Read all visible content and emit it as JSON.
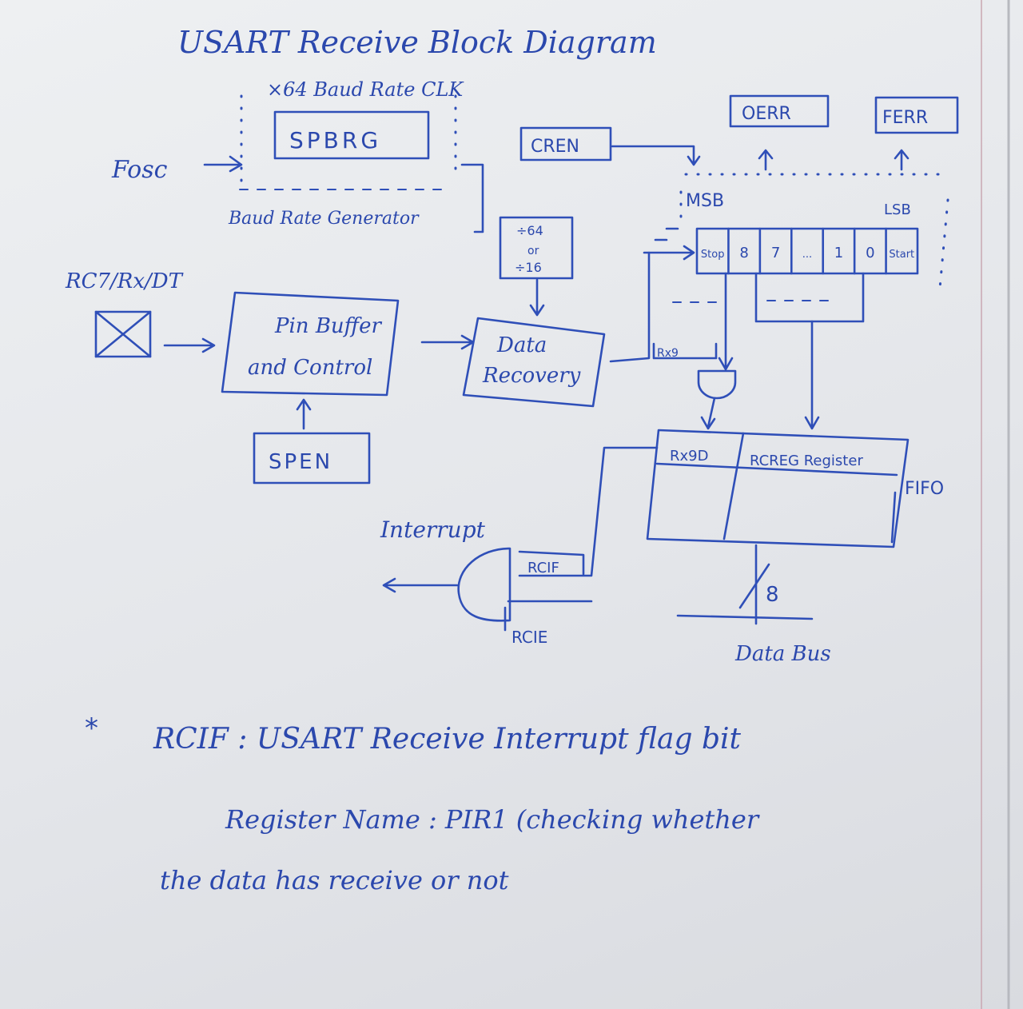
{
  "title": "USART Receive Block Diagram",
  "clock_note": "×64 Baud Rate CLK",
  "blocks": {
    "spbrg": "SPBRG",
    "fosc": "Fosc",
    "baud_rate_generator": "Baud Rate Generator",
    "cren": "CREN",
    "oerr": "OERR",
    "ferr": "FERR",
    "pin": "RC7/Rx/DT",
    "pin_buffer_line1": "Pin Buffer",
    "pin_buffer_line2": "and Control",
    "divider_line1": "÷64",
    "divider_line2": "or",
    "divider_line3": "÷16",
    "data_recovery_line1": "Data",
    "data_recovery_line2": "Recovery",
    "spen": "SPEN",
    "msb": "MSB",
    "lsb": "LSB",
    "rx9": "Rx9",
    "interrupt": "Interrupt",
    "rcif": "RCIF",
    "rcie": "RCIE",
    "rx9d": "Rx9D",
    "rcreg": "RCREG Register",
    "fifo": "FIFO",
    "bus_width": "8",
    "data_bus": "Data Bus"
  },
  "shift_register": [
    "Stop",
    "8",
    "7",
    "...",
    "1",
    "0",
    "Start"
  ],
  "notes": {
    "bullet": "*",
    "line1": "RCIF : USART Receive Interrupt flag bit",
    "line2": "Register Name : PIR1 (checking whether",
    "line3": "the data has receive or not"
  }
}
